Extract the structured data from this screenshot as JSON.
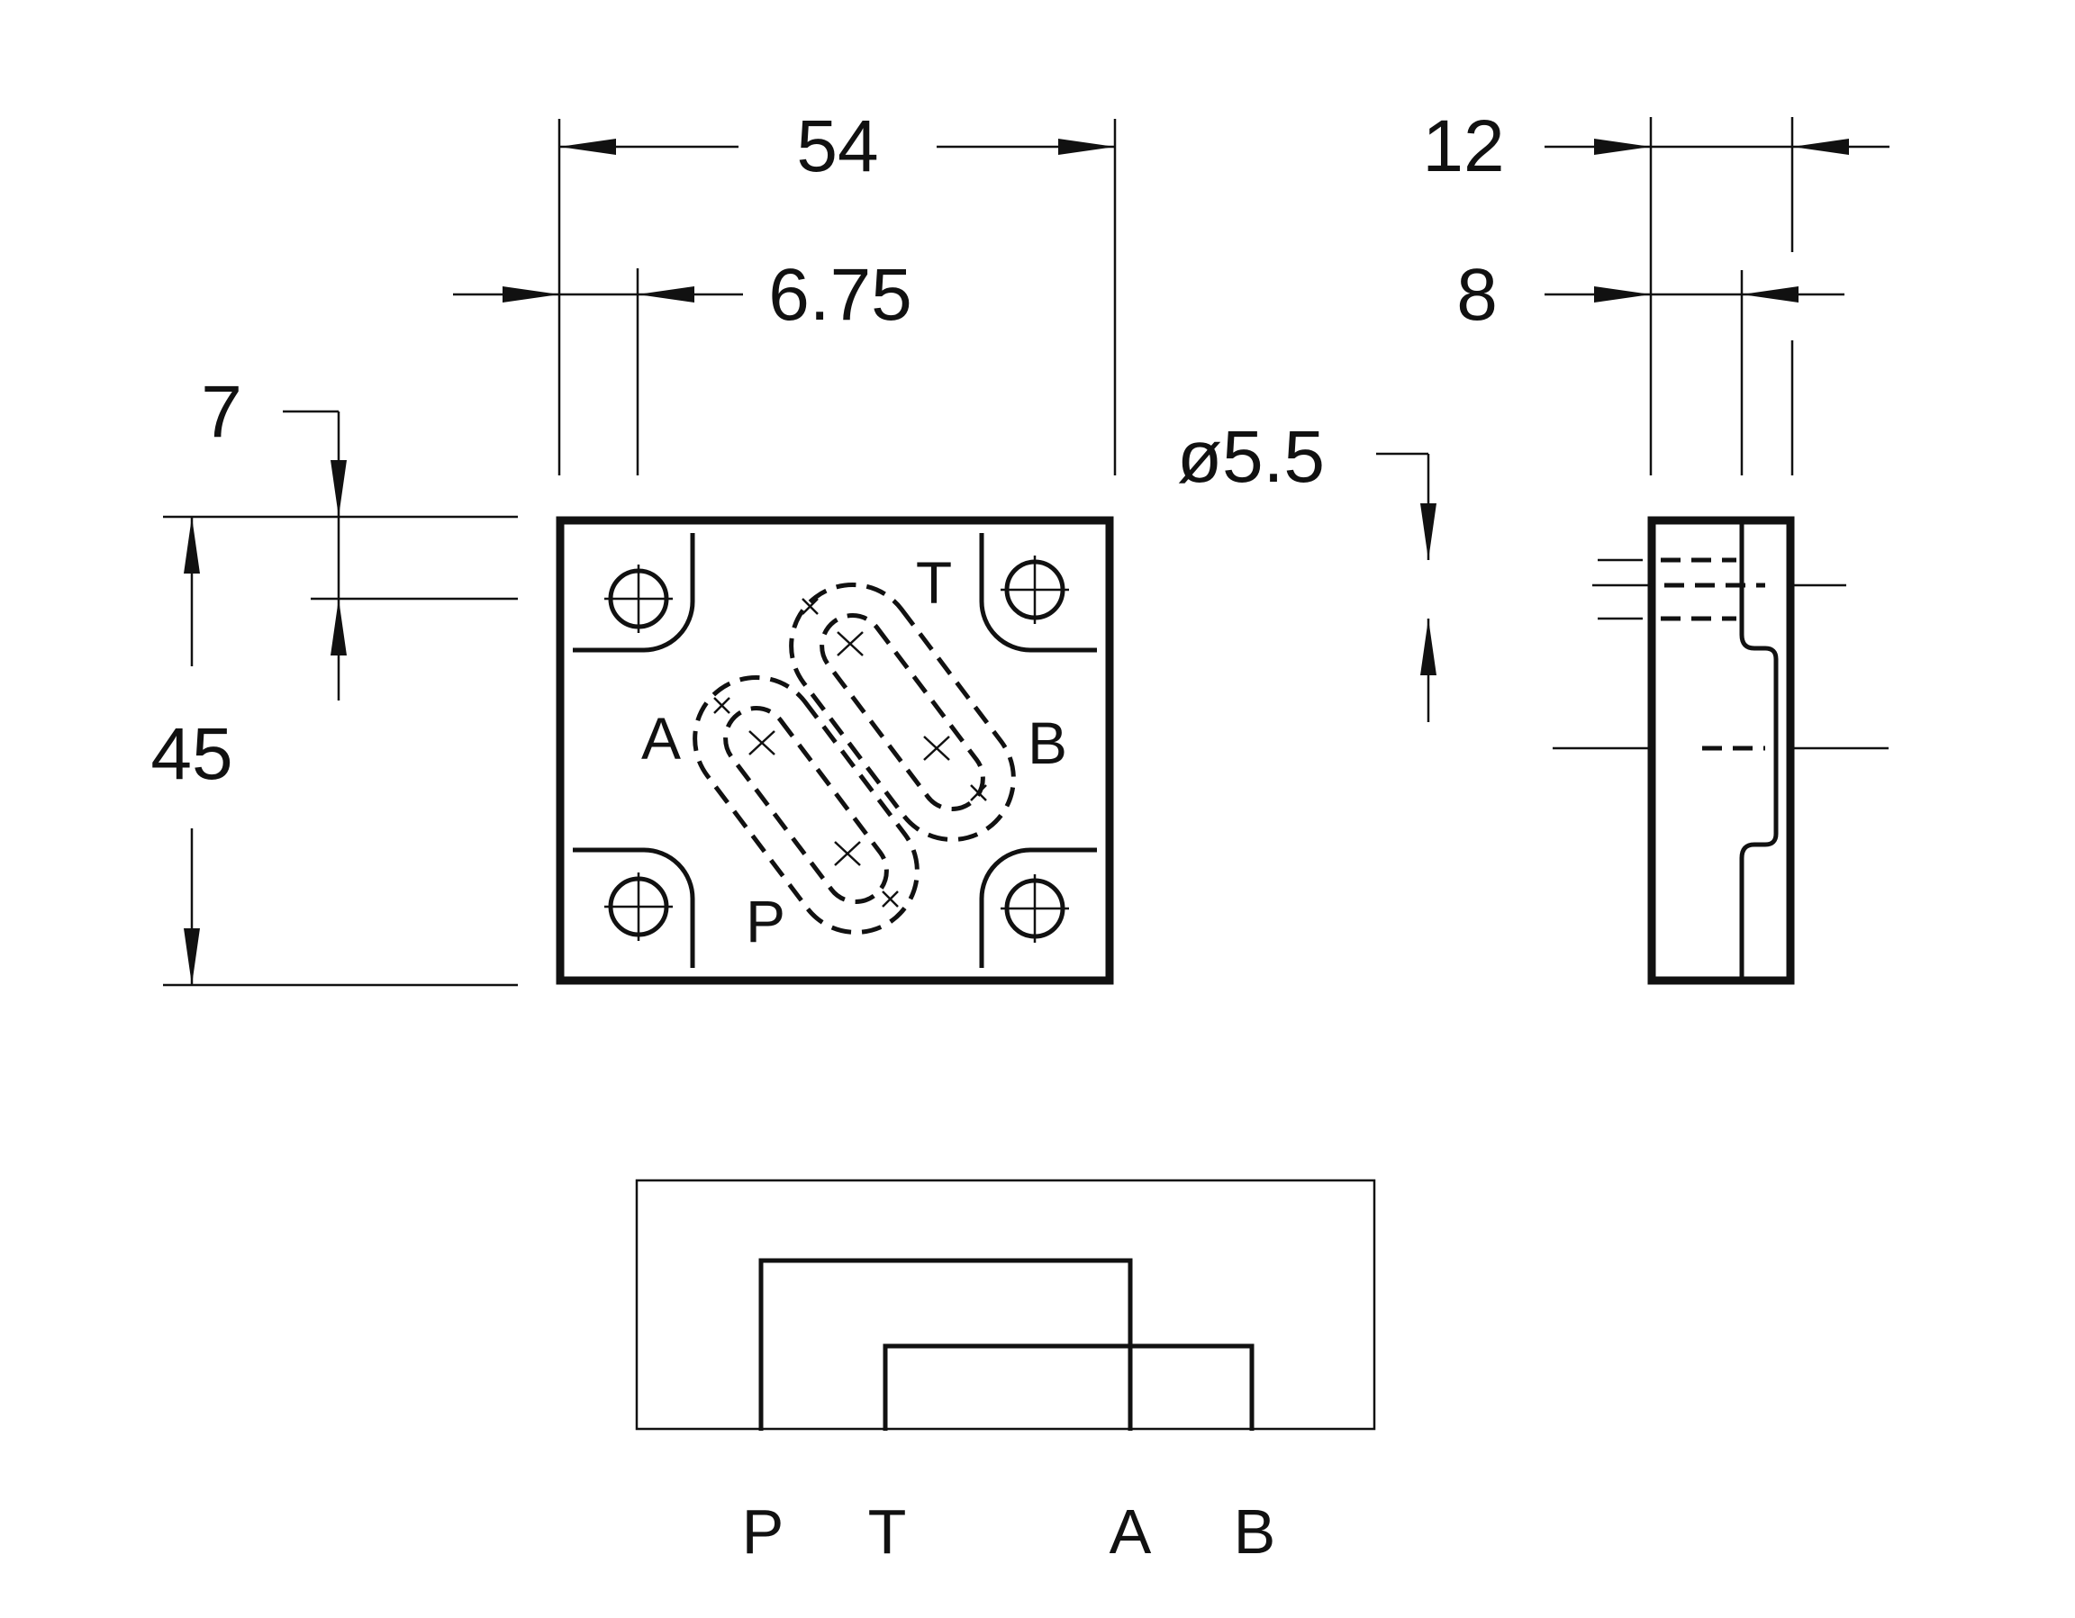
{
  "colors": {
    "line": "#111111",
    "background": "#ffffff"
  },
  "dimensions": {
    "width": "54",
    "hole_offset_x": "6.75",
    "hole_offset_y": "7",
    "height": "45",
    "thickness": "12",
    "port_depth": "8",
    "hole_diameter": "ø5.5"
  },
  "ports": {
    "a": "A",
    "b": "B",
    "p": "P",
    "t": "T"
  },
  "symbol_ports": [
    "P",
    "T",
    "A",
    "B"
  ]
}
